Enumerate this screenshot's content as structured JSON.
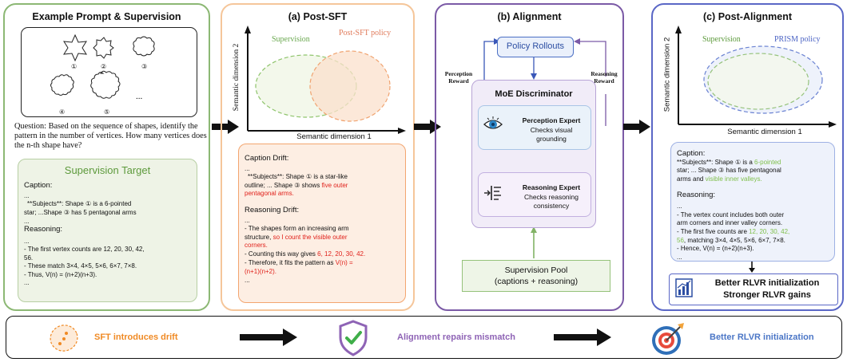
{
  "panel1": {
    "title": "Example Prompt & Supervision",
    "shape_labels": [
      "①",
      "②",
      "③",
      "④",
      "⑤"
    ],
    "ellipsis": "...",
    "question": "Question: Based on the sequence of shapes, identify the pattern in the number of vertices. How many vertices does the n-th shape have?",
    "target_title": "Supervision Target",
    "caption_h": "Caption:",
    "caption_lines": [
      "...",
      "**Subjects**: Shape ① is a 6-pointed",
      "star; ...Shape ③ has 5 pentagonal arms",
      "..."
    ],
    "reasoning_h": "Reasoning:",
    "reasoning_lines": [
      "...",
      "- The first vertex counts are 12, 20, 30, 42,",
      "56.",
      "- These match 3×4, 4×5, 5×6, 6×7, 7×8.",
      "- Thus, V(n) = (n+2)(n+3).",
      "..."
    ]
  },
  "panel2": {
    "title": "(a) Post-SFT",
    "plot": {
      "ylabel": "Semantic dimension 2",
      "xlabel": "Semantic dimension 1",
      "supervision": "Supervision",
      "policy": "Post-SFT policy"
    },
    "caption_drift_h": "Caption Drift:",
    "cd": {
      "l0": "...",
      "l1": "**Subjects**: Shape ① is a star-like",
      "l2a": "outline; ... Shape ③ shows ",
      "l2b": "five outer",
      "l3": "pentagonal arms."
    },
    "reasoning_drift_h": "Reasoning Drift:",
    "rd": {
      "l0": "...",
      "l1": "- The shapes form an increasing arm",
      "l2a": "structure, ",
      "l2b": "so I count the visible outer",
      "l3": "corners.",
      "l4a": "- Counting this way gives ",
      "l4b": "6, 12, 20, 30, 42.",
      "l5a": "- Therefore, it fits the pattern as ",
      "l5b": "V(n) =",
      "l6": "(n+1)(n+2).",
      "l7": "..."
    }
  },
  "panel3": {
    "title": "(b) Alignment",
    "rollouts": "Policy Rollouts",
    "perception_reward": [
      "Perception",
      "Reward"
    ],
    "reasoning_reward": [
      "Reasoning",
      "Reward"
    ],
    "disc_title": "MoE Discriminator",
    "perception_expert": {
      "title": "Perception Expert",
      "desc": [
        "Checks visual",
        "grounding"
      ]
    },
    "reasoning_expert": {
      "title": "Reasoning Expert",
      "desc": [
        "Checks reasoning",
        "consistency"
      ]
    },
    "pool": [
      "Supervision Pool",
      "(captions + reasoning)"
    ]
  },
  "panel4": {
    "title": "(c) Post-Alignment",
    "plot": {
      "ylabel": "Semantic dimension 2",
      "xlabel": "Semantic dimension 1",
      "supervision": "Supervision",
      "policy": "PRISM policy"
    },
    "caption_h": "Caption:",
    "c": {
      "l1": "**Subjects**: Shape ① is a ",
      "l1g": "6-pointed",
      "l2": "star; ... Shape ③ has five pentagonal",
      "l3": "arms and ",
      "l3g": "visible inner valleys."
    },
    "reasoning_h": "Reasoning:",
    "r": {
      "l0": "...",
      "l1": "- The vertex count includes both outer",
      "l2": "arm corners and inner valley corners.",
      "l3": "- The first five counts are ",
      "l3g": "12, 20, 30, 42,",
      "l4g": "56",
      "l4": ", matching 3×4, 4×5, 5×6, 6×7, 7×8.",
      "l5": "- Hence, V(n) = (n+2)(n+3).",
      "l6": "..."
    },
    "result": [
      "Better RLVR initialization",
      "Stronger RLVR gains"
    ]
  },
  "bottom": {
    "items": [
      {
        "label": "SFT introduces drift",
        "color": "#f08a24"
      },
      {
        "label": "Alignment repairs mismatch",
        "color": "#8e63b5"
      },
      {
        "label": "Better RLVR initialization",
        "color": "#4b76c6"
      }
    ]
  },
  "colors": {
    "green": "#82b366",
    "orange": "#f5c38a",
    "purple": "#7b5aa6",
    "blue": "#5a67c6"
  }
}
